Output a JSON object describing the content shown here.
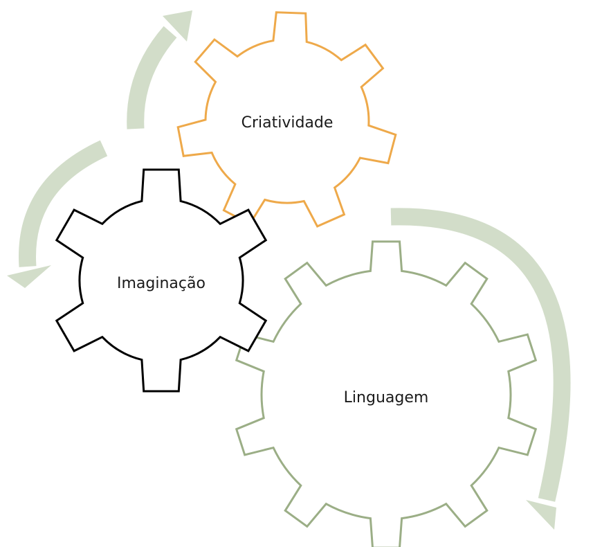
{
  "gears": [
    {
      "key": "criatividade",
      "label": "Criatividade",
      "color": "#EEA94A"
    },
    {
      "key": "imaginacao",
      "label": "Imaginação",
      "color": "#000000"
    },
    {
      "key": "linguagem",
      "label": "Linguagem",
      "color": "#9BAE86"
    }
  ],
  "arrow_color": "#D2DDC9"
}
